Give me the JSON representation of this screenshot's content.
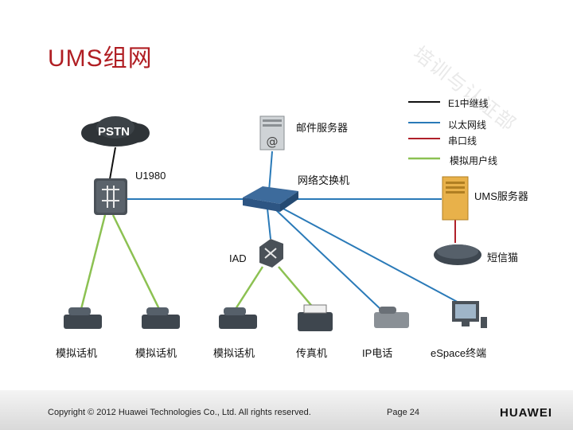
{
  "title": "UMS组网",
  "watermark": "培训与认证部",
  "legend": [
    {
      "label": "E1中继线",
      "color": "#111111"
    },
    {
      "label": "以太网线",
      "color": "#2a7ab8"
    },
    {
      "label": "串口线",
      "color": "#b0202a"
    },
    {
      "label": "模拟用户线",
      "color": "#8cc152"
    }
  ],
  "nodes": {
    "pstn": "PSTN",
    "mail_server": "邮件服务器",
    "u1980": "U1980",
    "switch": "网络交换机",
    "ums_server": "UMS服务器",
    "iad": "IAD",
    "sms_modem": "短信猫",
    "phone1": "模拟话机",
    "phone2": "模拟话机",
    "phone3": "模拟话机",
    "fax": "传真机",
    "ip_phone": "IP电话",
    "espace": "eSpace终端"
  },
  "footer": {
    "copyright": "Copyright © 2012 Huawei Technologies Co., Ltd. All rights reserved.",
    "page": "Page 24",
    "brand": "HUAWEI"
  },
  "colors": {
    "accent": "#b01e23",
    "ethernet": "#2a7ab8",
    "analog": "#8cc152",
    "e1": "#111111",
    "serial": "#b0202a"
  }
}
